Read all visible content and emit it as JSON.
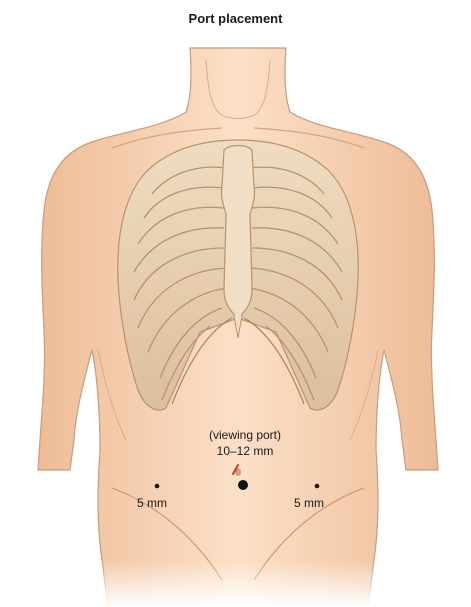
{
  "figure": {
    "title": "Port placement",
    "ports": {
      "viewing": {
        "note": "(viewing port)",
        "size": "10–12 mm"
      },
      "left": {
        "size": "5 mm"
      },
      "right": {
        "size": "5 mm"
      }
    }
  },
  "colors": {
    "skin": "#f5cfae",
    "skin_light": "#fbe3cd",
    "skin_outline": "#c89c7c",
    "bone": "#e9d1b2",
    "bone_outline": "#b8936c",
    "port": "#111111",
    "incision": "#c0392b"
  }
}
